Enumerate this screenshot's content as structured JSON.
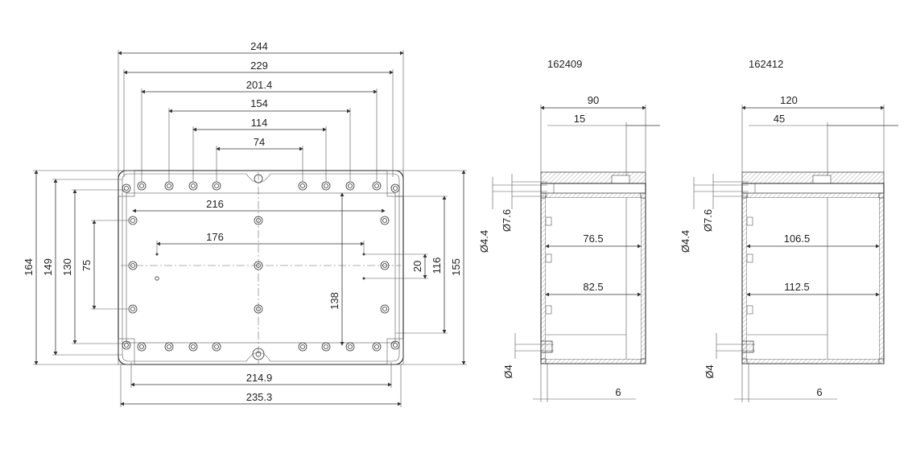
{
  "front_view": {
    "top_dims": [
      "244",
      "229",
      "201.4",
      "154",
      "114",
      "74"
    ],
    "inner_dims": [
      "216",
      "176"
    ],
    "bottom_dims": [
      "214.9",
      "235.3"
    ],
    "left_dims": [
      "164",
      "149",
      "130",
      "75"
    ],
    "right_dims": [
      "20",
      "116",
      "155"
    ],
    "center_dim": "138"
  },
  "side_view_1": {
    "part_number": "162409",
    "width": "90",
    "lid_offset": "15",
    "inner_top": "76.5",
    "inner_bottom": "82.5",
    "hole_diameter": "Ø4.4",
    "counterbore": "Ø7.6",
    "bottom_hole": "Ø4",
    "wall_offset": "6"
  },
  "side_view_2": {
    "part_number": "162412",
    "width": "120",
    "lid_offset": "45",
    "inner_top": "106.5",
    "inner_bottom": "112.5",
    "hole_diameter": "Ø4.4",
    "counterbore": "Ø7.6",
    "bottom_hole": "Ø4",
    "wall_offset": "6"
  }
}
